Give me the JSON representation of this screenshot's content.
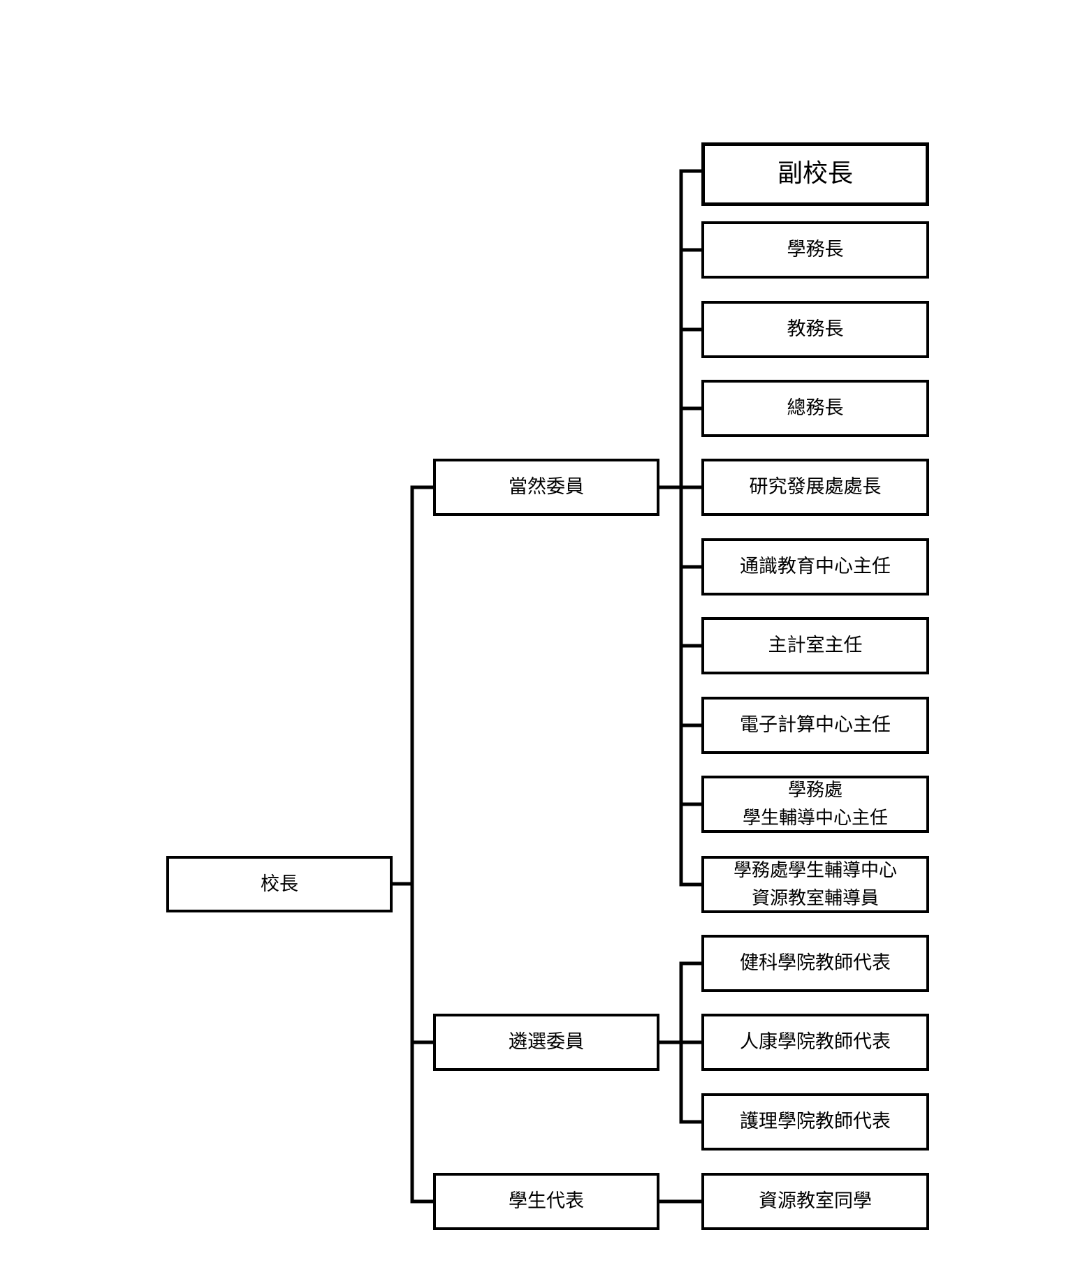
{
  "root": {
    "label": "校長"
  },
  "groups": [
    {
      "label": "當然委員",
      "members": [
        "副校長",
        "學務長",
        "教務長",
        "總務長",
        "研究發展處處長",
        "通識教育中心主任",
        "主計室主任",
        "電子計算中心主任",
        "學務處\n學生輔導中心主任",
        "學務處學生輔導中心\n資源教室輔導員"
      ]
    },
    {
      "label": "遴選委員",
      "members": [
        "健科學院教師代表",
        "人康學院教師代表",
        "護理學院教師代表"
      ]
    },
    {
      "label": "學生代表",
      "members": [
        "資源教室同學"
      ]
    }
  ]
}
